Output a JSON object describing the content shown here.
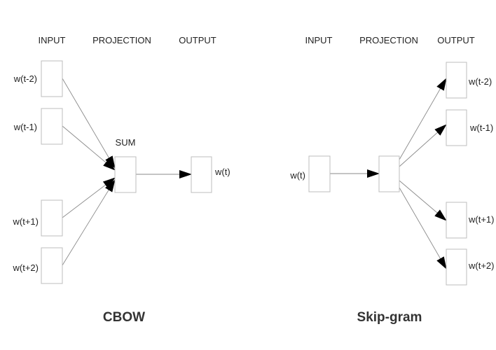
{
  "cbow": {
    "title": "CBOW",
    "headers": {
      "input": "INPUT",
      "projection": "PROJECTION",
      "output": "OUTPUT"
    },
    "sum_label": "SUM",
    "inputs": [
      "w(t-2)",
      "w(t-1)",
      "w(t+1)",
      "w(t+2)"
    ],
    "output": "w(t)"
  },
  "skipgram": {
    "title": "Skip-gram",
    "headers": {
      "input": "INPUT",
      "projection": "PROJECTION",
      "output": "OUTPUT"
    },
    "input": "w(t)",
    "outputs": [
      "w(t-2)",
      "w(t-1)",
      "w(t+1)",
      "w(t+2)"
    ]
  },
  "colors": {
    "box_stroke": "#bdbdbd",
    "edge": "#8a8a8a",
    "arrowhead": "#000000",
    "text": "#222222"
  }
}
